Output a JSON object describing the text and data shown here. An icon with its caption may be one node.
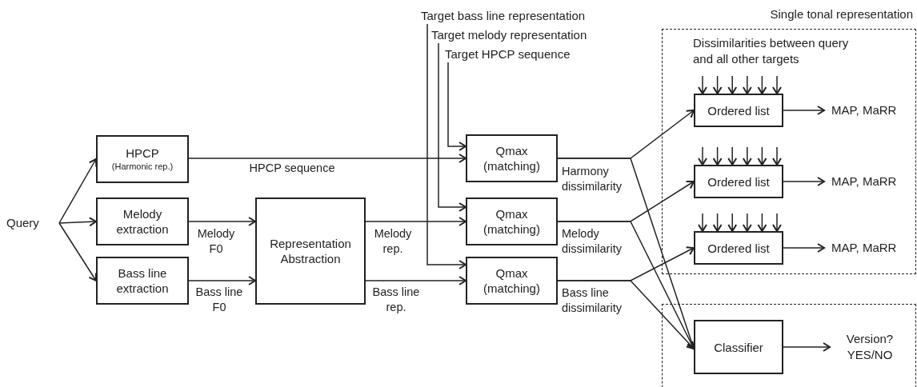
{
  "diagram": {
    "nodes": [
      {
        "text": [
          "Query"
        ]
      },
      {
        "text": [
          "HPCP",
          "(Harmonic rep.)"
        ]
      },
      {
        "text": [
          "Melody extraction"
        ]
      },
      {
        "text": [
          "Bass line extraction"
        ]
      },
      {
        "text": [
          "Representation Abstraction"
        ]
      },
      {
        "text": [
          "Qmax (matching)"
        ]
      },
      {
        "text": [
          "Qmax (matching)"
        ]
      },
      {
        "text": [
          "Qmax (matching)"
        ]
      },
      {
        "text": [
          "Target bass line representation"
        ]
      },
      {
        "text": [
          "Target melody representation"
        ]
      },
      {
        "text": [
          "Target HPCP sequence"
        ]
      },
      {
        "text": [
          "Single tonal representation"
        ]
      },
      {
        "text": [
          "Ordered list"
        ],
        "in": 11
      },
      {
        "text": [
          "Ordered list"
        ],
        "in": 11
      },
      {
        "text": [
          "Ordered list"
        ],
        "in": 11
      },
      {
        "text": [
          "MAP, MaRR"
        ],
        "in": 11
      },
      {
        "text": [
          "MAP, MaRR"
        ],
        "in": 11
      },
      {
        "text": [
          "MAP, MaRR"
        ],
        "in": 11
      },
      {
        "text": [],
        "shape": "box"
      },
      {
        "text": [
          "Classifier"
        ],
        "in": 18
      },
      {
        "text": [
          "Version? YES/NO"
        ],
        "in": 18
      }
    ],
    "edges": [
      {
        "from": 0,
        "to": 1,
        "arrow": "to"
      },
      {
        "from": 0,
        "to": 2,
        "arrow": "to"
      },
      {
        "from": 0,
        "to": 3,
        "arrow": "to"
      },
      {
        "from": 1,
        "to": 5,
        "arrow": "to",
        "label": "HPCP sequence"
      },
      {
        "from": 2,
        "to": 4,
        "arrow": "to",
        "label": "Melody F0"
      },
      {
        "from": 3,
        "to": 4,
        "arrow": "to",
        "label": "Bass line F0"
      },
      {
        "from": 4,
        "to": 6,
        "arrow": "to",
        "label": "Melody rep."
      },
      {
        "from": 4,
        "to": 7,
        "arrow": "to",
        "label": "Bass line rep."
      },
      {
        "from": 10,
        "to": 5,
        "arrow": "to"
      },
      {
        "from": 9,
        "to": 6,
        "arrow": "to"
      },
      {
        "from": 8,
        "to": 7,
        "arrow": "to"
      },
      {
        "from": 5,
        "to": 12,
        "arrow": "to",
        "label": "Harmony dissimilarity"
      },
      {
        "from": 5,
        "to": 19,
        "arrow": "to"
      },
      {
        "from": 6,
        "to": 13,
        "arrow": "to",
        "label": "Melody dissimilarity"
      },
      {
        "from": 6,
        "to": 19,
        "arrow": "to"
      },
      {
        "from": 7,
        "to": 14,
        "arrow": "to",
        "label": "Bass line dissimilarity"
      },
      {
        "from": 7,
        "to": 19,
        "arrow": "to"
      },
      {
        "from": 12,
        "to": 15,
        "arrow": "to"
      },
      {
        "from": 13,
        "to": 16,
        "arrow": "to"
      },
      {
        "from": 14,
        "to": 17,
        "arrow": "to"
      },
      {
        "from": 19,
        "to": 20,
        "arrow": "to"
      },
      {
        "from": null,
        "to": 12,
        "arrow": "to"
      },
      {
        "from": null,
        "to": 12,
        "arrow": "to"
      },
      {
        "from": null,
        "to": 12,
        "arrow": "to"
      },
      {
        "from": null,
        "to": 12,
        "arrow": "to"
      },
      {
        "from": null,
        "to": 12,
        "arrow": "to"
      },
      {
        "from": null,
        "to": 12,
        "arrow": "to"
      },
      {
        "from": null,
        "to": 13,
        "arrow": "to"
      },
      {
        "from": null,
        "to": 13,
        "arrow": "to"
      },
      {
        "from": null,
        "to": 13,
        "arrow": "to"
      },
      {
        "from": null,
        "to": 13,
        "arrow": "to"
      },
      {
        "from": null,
        "to": 13,
        "arrow": "to"
      },
      {
        "from": null,
        "to": 13,
        "arrow": "to"
      },
      {
        "from": null,
        "to": 14,
        "arrow": "to"
      },
      {
        "from": null,
        "to": 14,
        "arrow": "to"
      },
      {
        "from": null,
        "to": 14,
        "arrow": "to"
      },
      {
        "from": null,
        "to": 14,
        "arrow": "to"
      },
      {
        "from": null,
        "to": 14,
        "arrow": "to"
      },
      {
        "from": null,
        "to": 14,
        "arrow": "to"
      }
    ],
    "labels": [
      "Dissimilarities between query and all other targets"
    ]
  }
}
